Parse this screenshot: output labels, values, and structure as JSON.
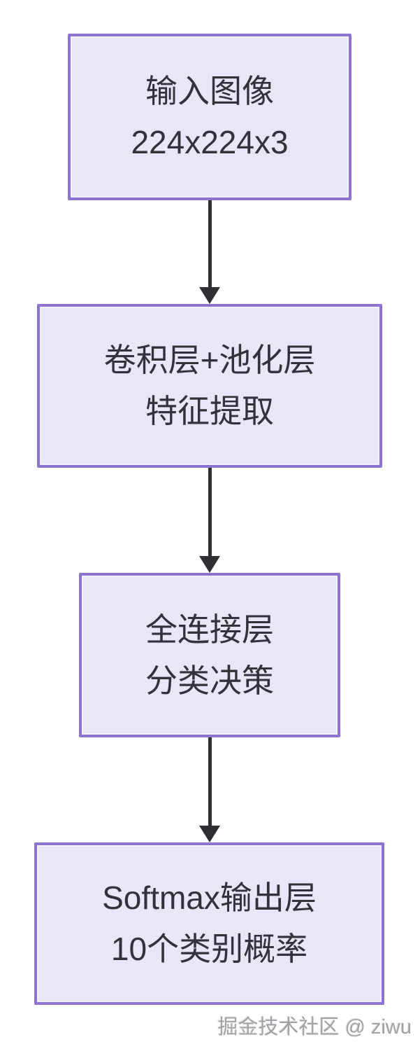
{
  "colors": {
    "page_bg": "#ffffff",
    "box_fill": "#e9e6f7",
    "box_border": "#8d72d0",
    "arrow_color": "#2e2e33",
    "text_color": "#32323a",
    "watermark_color": "#a3a0a6"
  },
  "diagram": {
    "type": "flowchart",
    "direction": "top-down",
    "nodes": [
      {
        "id": "input-image",
        "lines": [
          "输入图像",
          "224x224x3"
        ]
      },
      {
        "id": "conv-pool",
        "lines": [
          "卷积层+池化层",
          "特征提取"
        ]
      },
      {
        "id": "fully-connected",
        "lines": [
          "全连接层",
          "分类决策"
        ]
      },
      {
        "id": "softmax-output",
        "lines": [
          "Softmax输出层",
          "10个类别概率"
        ]
      }
    ],
    "connectors": [
      {
        "from": "input-image",
        "to": "conv-pool"
      },
      {
        "from": "conv-pool",
        "to": "fully-connected"
      },
      {
        "from": "fully-connected",
        "to": "softmax-output"
      }
    ]
  },
  "watermark": {
    "text": "掘金技术社区 @ ziwu"
  }
}
